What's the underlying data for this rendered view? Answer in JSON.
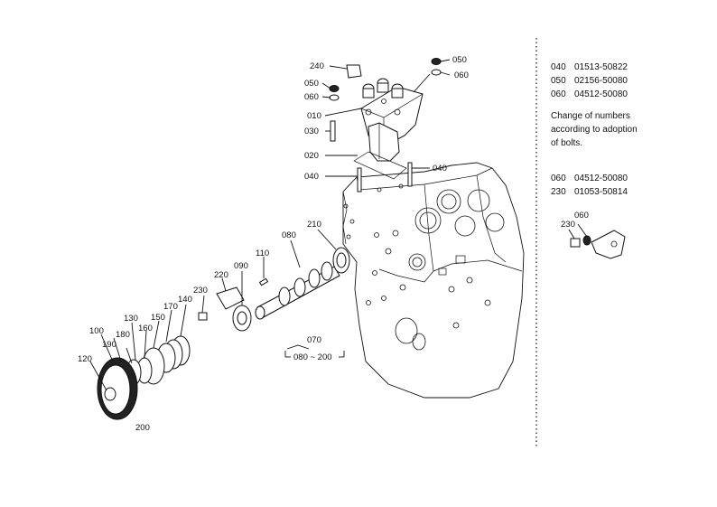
{
  "part_rows_top": [
    {
      "code": "040",
      "number": "01513-50822"
    },
    {
      "code": "050",
      "number": "02156-50080"
    },
    {
      "code": "060",
      "number": "04512-50080"
    }
  ],
  "note_lines": [
    "Change of numbers",
    "according to adoption",
    "of bolts."
  ],
  "part_rows_bottom": [
    {
      "code": "060",
      "number": "04512-50080"
    },
    {
      "code": "230",
      "number": "01053-50814"
    }
  ],
  "callouts": {
    "c240": "240",
    "c050a": "050",
    "c060a": "060",
    "c010": "010",
    "c030": "030",
    "c020": "020",
    "c040a": "040",
    "c050b": "050",
    "c060b": "060",
    "c040b": "040",
    "c210": "210",
    "c080": "080",
    "c110": "110",
    "c090": "090",
    "c220": "220",
    "c230": "230",
    "c140": "140",
    "c170": "170",
    "c150": "150",
    "c160": "160",
    "c130": "130",
    "c180": "180",
    "c190": "190",
    "c100": "100",
    "c120": "120",
    "c200": "200",
    "c070": "070",
    "c070range": "080 ~ 200",
    "d060": "060",
    "d230": "230"
  }
}
